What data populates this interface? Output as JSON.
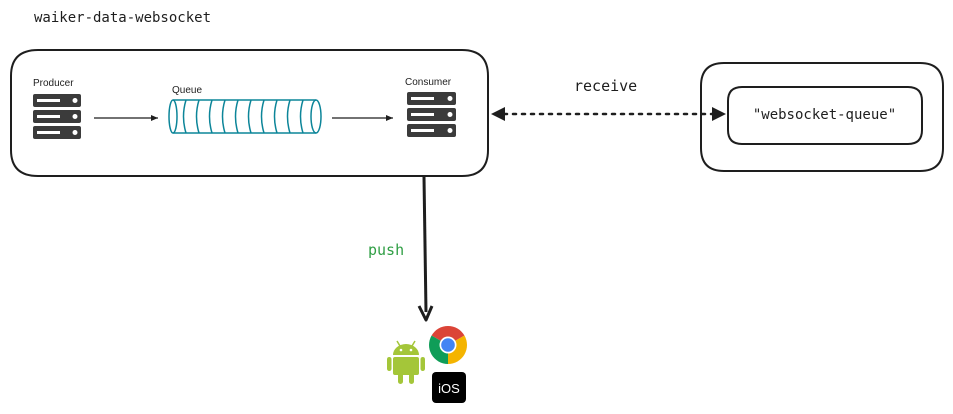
{
  "system_title": "waiker-data-websocket",
  "nodes": {
    "producer": "Producer",
    "queue": "Queue",
    "consumer": "Consumer",
    "websocket_queue": "\"websocket-queue\""
  },
  "edges": {
    "receive": "receive",
    "push": "push"
  },
  "clients": {
    "ios_label": "iOS",
    "icons": [
      "android-icon",
      "chrome-icon",
      "ios-icon"
    ]
  },
  "colors": {
    "stroke": "#1e1e1e",
    "queue": "#0c8599",
    "push_text": "#2f9e44",
    "server": "#3b3b3b",
    "android": "#a4c639"
  }
}
